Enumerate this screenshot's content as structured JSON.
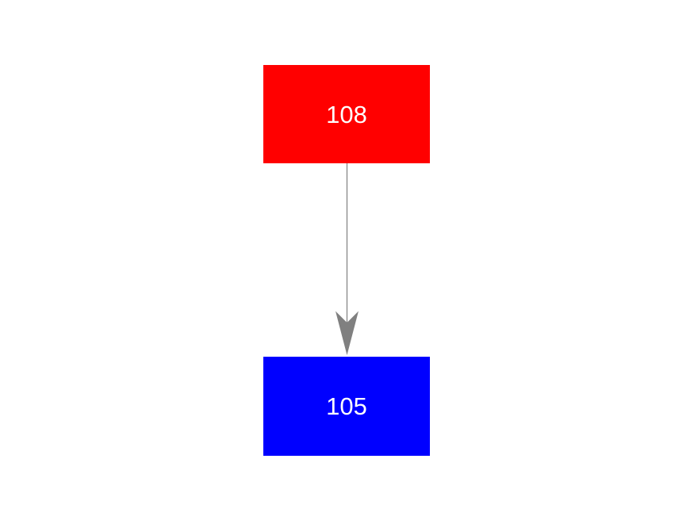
{
  "canvas": {
    "background": "#ffffff"
  },
  "nodes": [
    {
      "id": "top",
      "label": "108",
      "fill": "#ff0000",
      "text_color": "#ffffff"
    },
    {
      "id": "bottom",
      "label": "105",
      "fill": "#0000ff",
      "text_color": "#ffffff"
    }
  ],
  "edge": {
    "from": "108",
    "to": "105",
    "color": "#808080"
  }
}
